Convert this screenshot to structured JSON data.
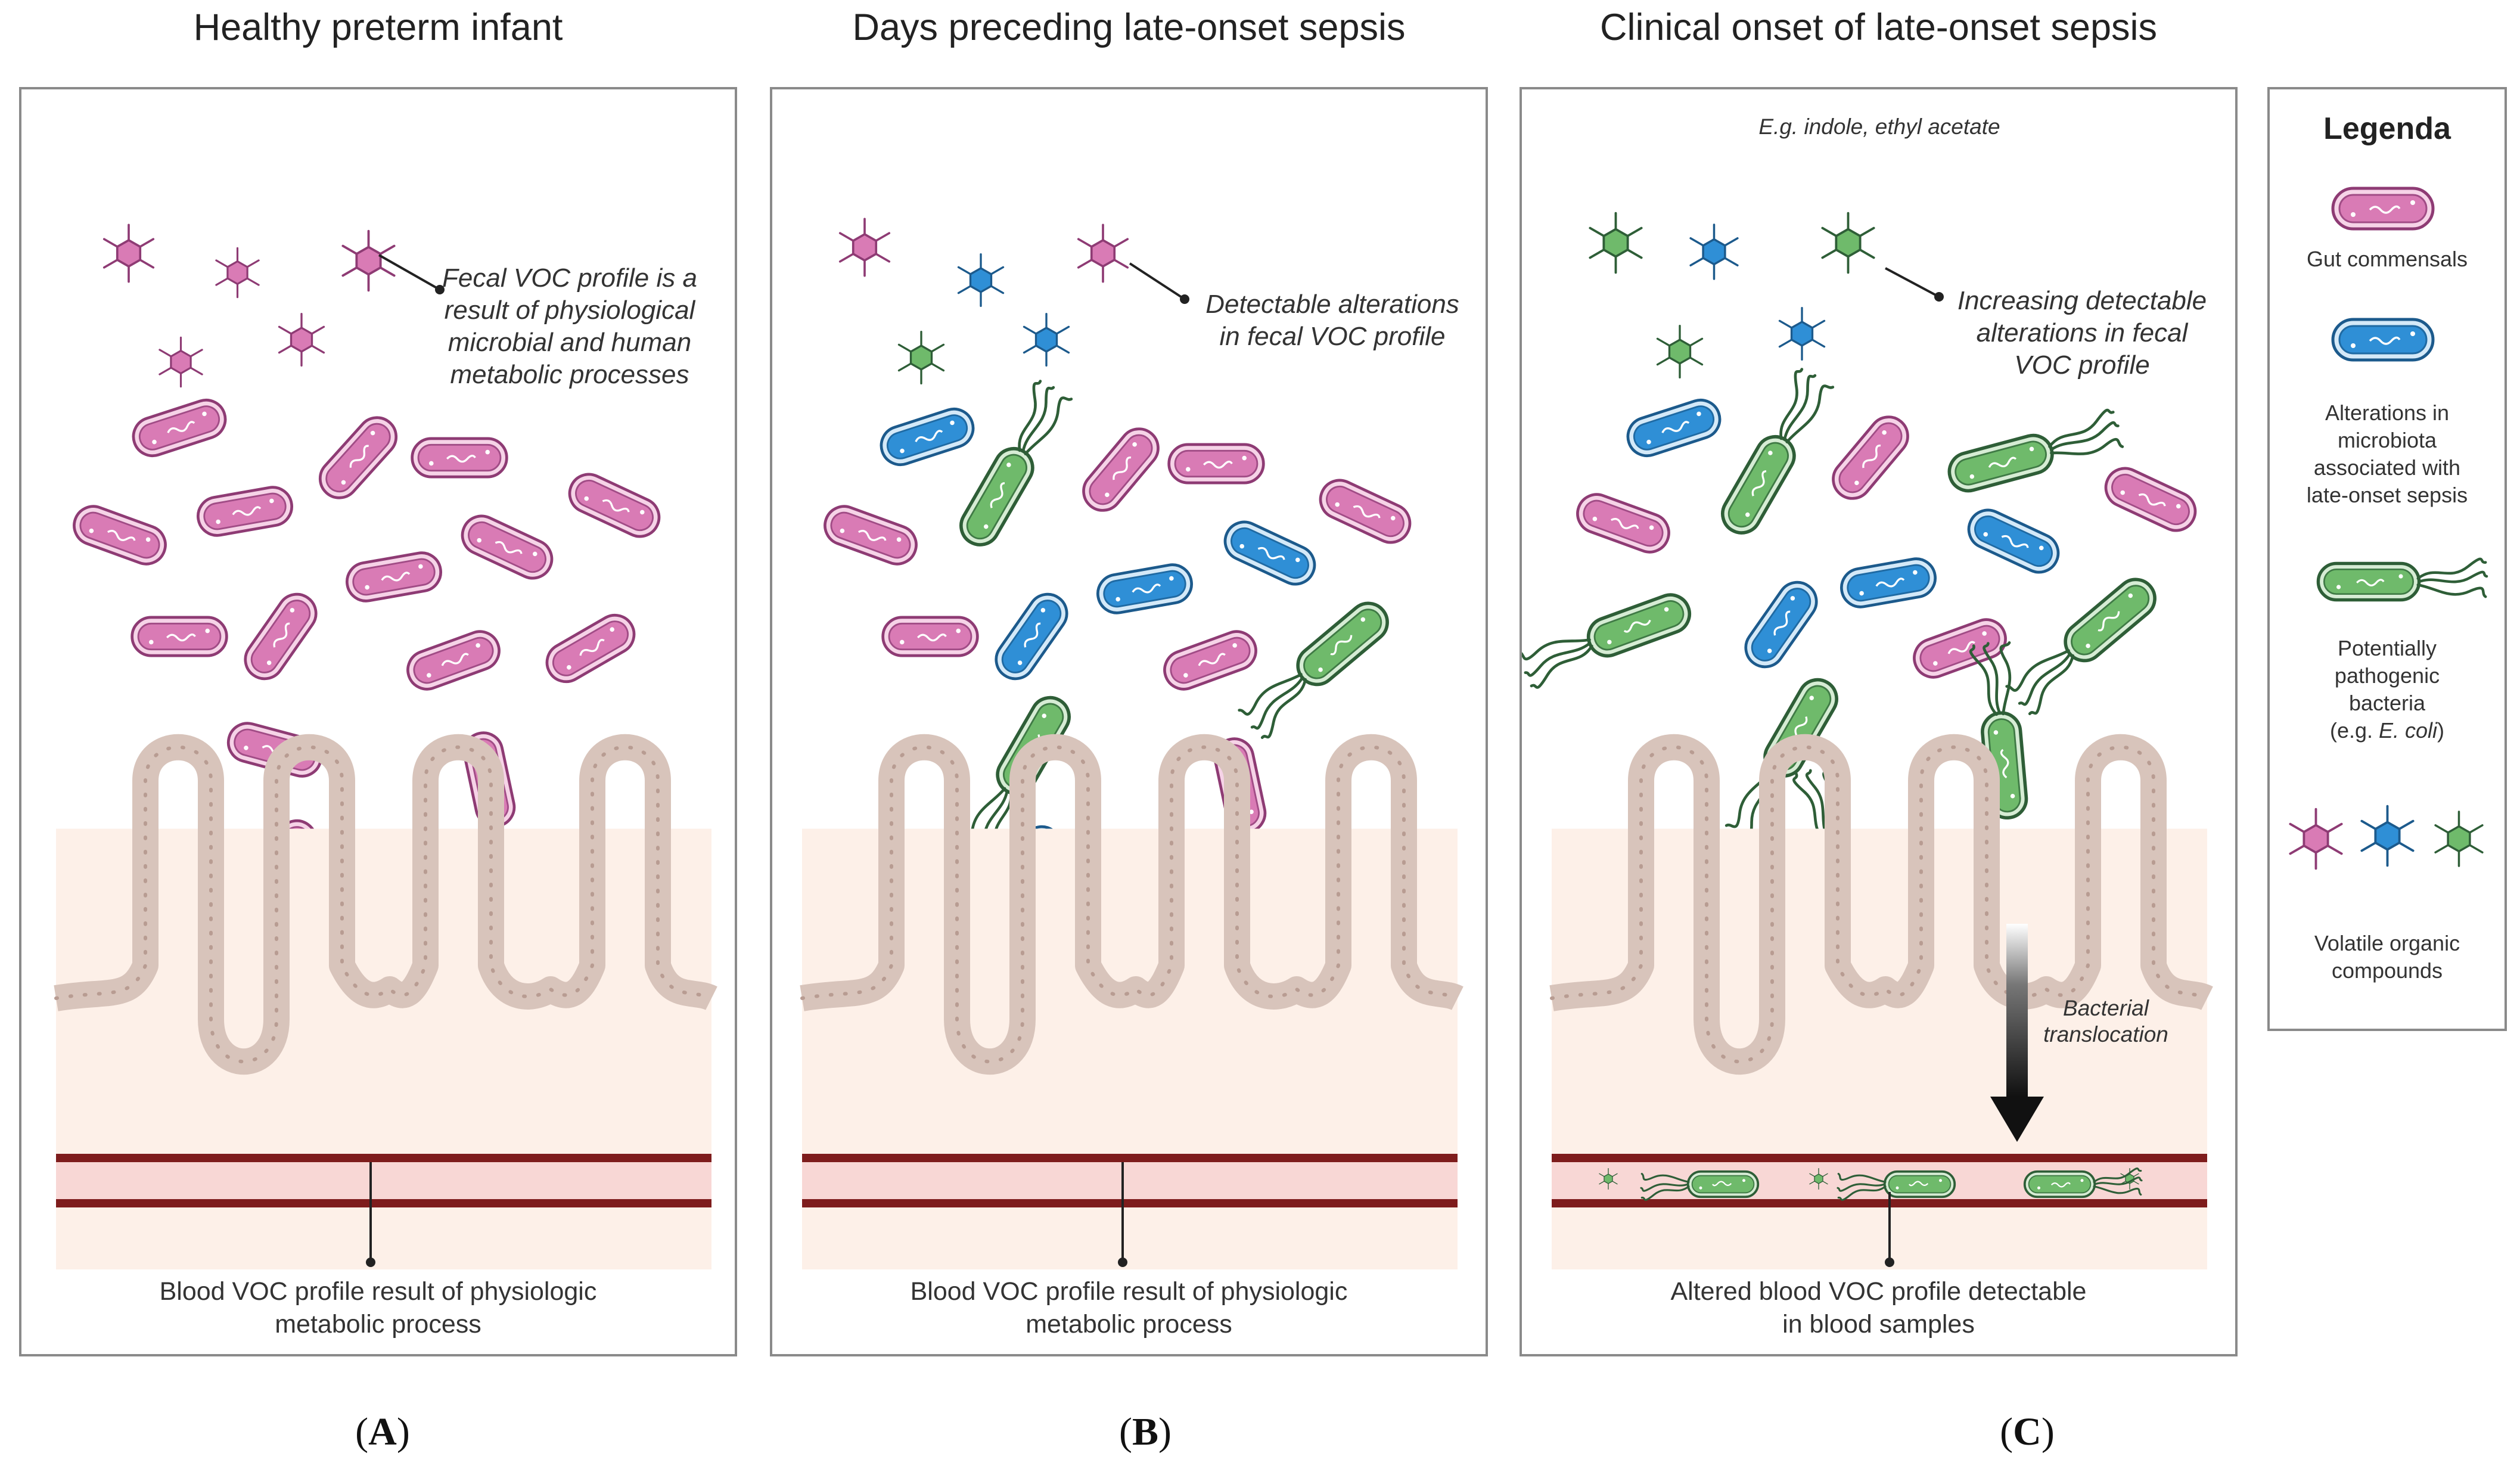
{
  "panels": [
    {
      "title": "Healthy preterm infant",
      "fecal_annotation": [
        "Fecal VOC profile is a",
        "result of physiological",
        "microbial and human",
        "metabolic processes"
      ],
      "blood_caption": [
        "Blood VOC profile result of physiologic",
        "metabolic process"
      ],
      "label_open": "(",
      "label_letter": "A",
      "label_close": ")"
    },
    {
      "title": "Days preceding late-onset sepsis",
      "fecal_annotation": [
        "Detectable alterations",
        "in fecal VOC profile"
      ],
      "blood_caption": [
        "Blood VOC profile result of physiologic",
        "metabolic process"
      ],
      "label_open": "(",
      "label_letter": "B",
      "label_close": ")"
    },
    {
      "title": "Clinical onset of late-onset sepsis",
      "example_compounds": "E.g. indole, ethyl acetate",
      "fecal_annotation": [
        "Increasing detectable",
        "alterations in fecal",
        "VOC profile"
      ],
      "translocation_label": [
        "Bacterial",
        "translocation"
      ],
      "blood_caption": [
        "Altered blood VOC profile detectable",
        "in blood samples"
      ],
      "label_open": "(",
      "label_letter": "C",
      "label_close": ")"
    }
  ],
  "legend": {
    "title": "Legenda",
    "gut_commensals": "Gut commensals",
    "alterations": [
      "Alterations in",
      "microbiota",
      "associated with",
      "late-onset sepsis"
    ],
    "pathogenic": [
      "Potentially",
      "pathogenic",
      "bacteria"
    ],
    "pathogenic_example_prefix": "(e.g. ",
    "pathogenic_example_species": "E. coli",
    "pathogenic_example_suffix": ")",
    "voc": [
      "Volatile organic",
      "compounds"
    ]
  },
  "colors": {
    "commensal_fill": "#d97bb5",
    "commensal_stroke": "#8e3b74",
    "altered_fill": "#2f8fd6",
    "altered_stroke": "#1c5a8c",
    "pathogen_fill": "#6fba6b",
    "pathogen_stroke": "#2e5e37",
    "epithelium": "#d8c4bb",
    "tissue": "#fdf0e8",
    "vessel": "#7e1c1c",
    "vessel_lumen": "#f8d7d5"
  }
}
